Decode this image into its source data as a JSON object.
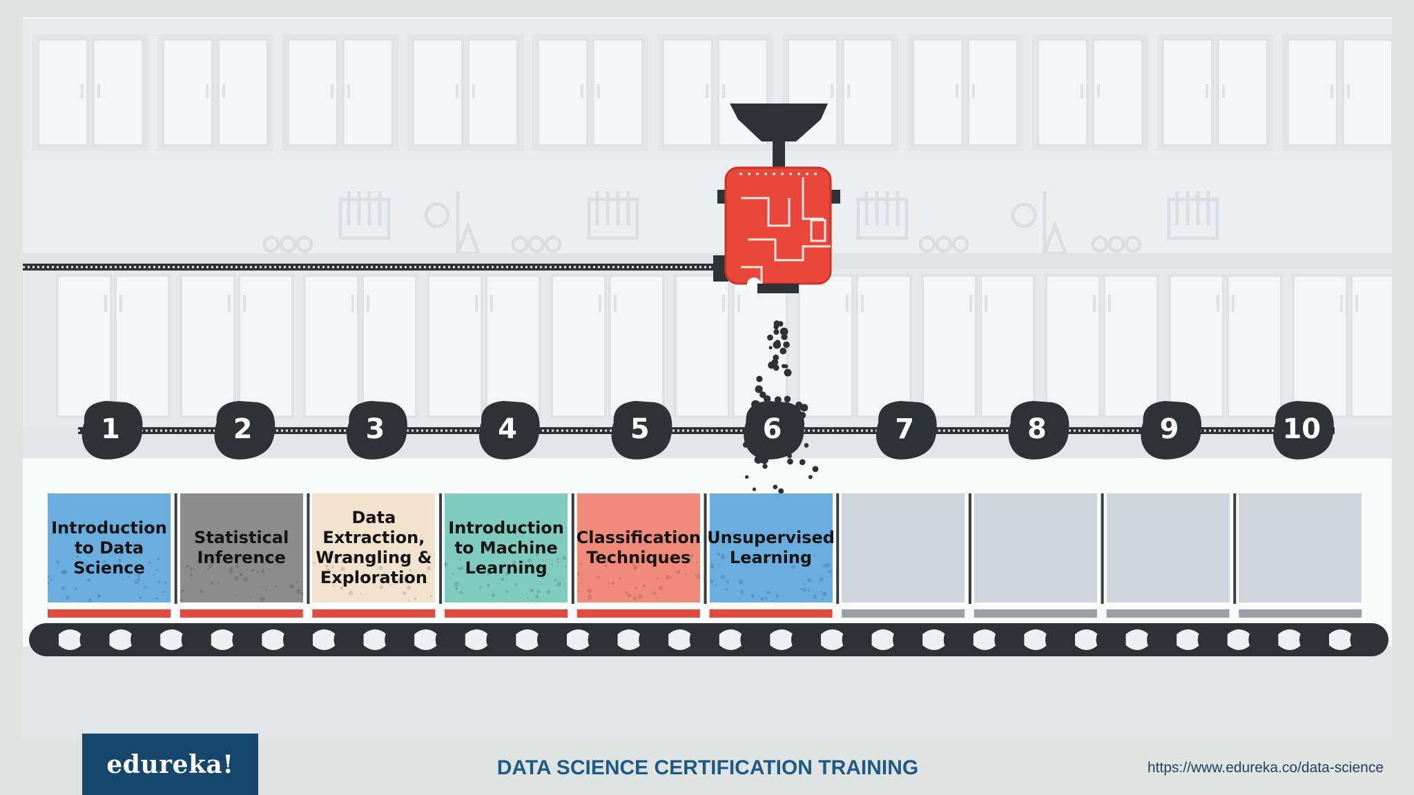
{
  "slide": {
    "steps": [
      "1",
      "2",
      "3",
      "4",
      "5",
      "6",
      "7",
      "8",
      "9",
      "10"
    ],
    "modules": [
      {
        "label": "Introduction to Data Science",
        "color": "#6aaee0",
        "status": "filled"
      },
      {
        "label": "Statistical Inference",
        "color": "#8c8c8c",
        "status": "filled"
      },
      {
        "label": "Data Extraction, Wrangling & Exploration",
        "color": "#f2e3cf",
        "status": "filled"
      },
      {
        "label": "Introduction to Machine Learning",
        "color": "#7fcbbd",
        "status": "filled"
      },
      {
        "label": "Classification Techniques",
        "color": "#f08b7a",
        "status": "filled"
      },
      {
        "label": "Unsupervised Learning",
        "color": "#6aaee0",
        "status": "filled"
      },
      {
        "label": "",
        "color": "#d0d6db",
        "status": "empty"
      },
      {
        "label": "",
        "color": "#d0d6db",
        "status": "empty"
      },
      {
        "label": "",
        "color": "#d0d6db",
        "status": "empty"
      },
      {
        "label": "",
        "color": "#d0d6db",
        "status": "empty"
      }
    ],
    "active_step": 6,
    "colors": {
      "machine": "#e8473a",
      "dark": "#2e3236",
      "filled_bar": "#e2493f",
      "empty_bar": "#9aa0a5"
    }
  },
  "footer": {
    "logo": "edureka!",
    "title": "DATA SCIENCE CERTIFICATION TRAINING",
    "url": "https://www.edureka.co/data-science"
  }
}
